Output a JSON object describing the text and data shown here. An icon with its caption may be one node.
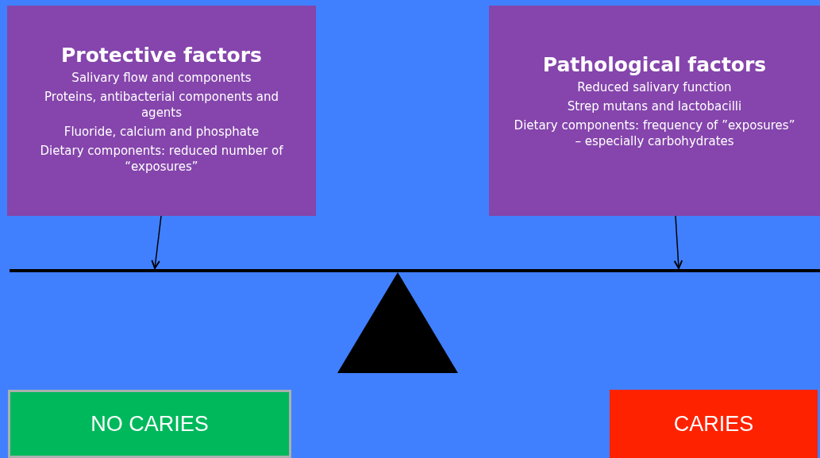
{
  "diagram": {
    "nodes": [
      {
        "text": [
          "Protective factors",
          "Salivary flow and components",
          "Proteins, antibacterial components and agents",
          "Fluoride, calcium and phosphate",
          "Dietary components: reduced number of “exposures”"
        ]
      },
      {
        "text": [
          "Pathological factors",
          "Reduced salivary function",
          "Strep mutans and lactobacilli",
          "Dietary components: frequency of ”exposures” – especially carbohydrates"
        ]
      },
      {
        "text": [],
        "shape": "bar"
      },
      {
        "text": [],
        "shape": "triangle"
      },
      {
        "text": [
          "NO CARIES"
        ]
      },
      {
        "text": [
          "CARIES"
        ]
      }
    ],
    "edges": [
      {
        "from": 0,
        "to": 2,
        "arrow": "to"
      },
      {
        "from": 1,
        "to": 2,
        "arrow": "to"
      }
    ]
  }
}
